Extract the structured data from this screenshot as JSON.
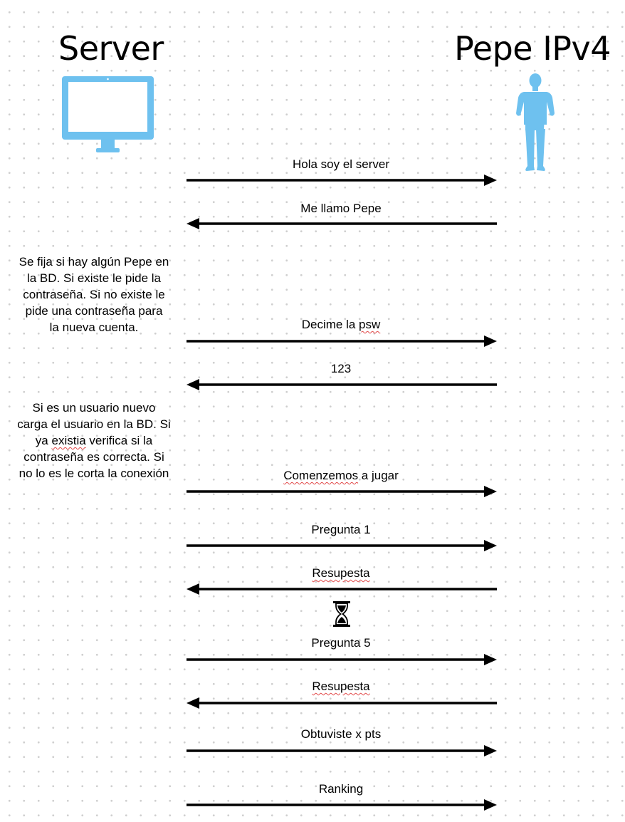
{
  "actors": {
    "server": {
      "title": "Server",
      "icon": "monitor-icon"
    },
    "client": {
      "title": "Pepe IPv4",
      "icon": "person-icon"
    }
  },
  "colors": {
    "icon": "#6ec1ef",
    "arrow": "#000000",
    "spellcheck_underline": "#e24a4a"
  },
  "messages": [
    {
      "label": "Hola soy el server",
      "direction": "server-to-client"
    },
    {
      "label": "Me llamo Pepe",
      "direction": "client-to-server"
    },
    {
      "label_parts": [
        "Decime la ",
        "psw"
      ],
      "direction": "server-to-client"
    },
    {
      "label": "123",
      "direction": "client-to-server"
    },
    {
      "label_parts": [
        "Comenzemos",
        " a jugar"
      ],
      "direction": "server-to-client"
    },
    {
      "label": "Pregunta 1",
      "direction": "server-to-client"
    },
    {
      "label": "Resupesta",
      "direction": "client-to-server"
    },
    {
      "label": "Pregunta 5",
      "direction": "server-to-client"
    },
    {
      "label": "Resupesta",
      "direction": "client-to-server"
    },
    {
      "label": "Obtuviste x pts",
      "direction": "server-to-client"
    },
    {
      "label": "Ranking",
      "direction": "server-to-client"
    }
  ],
  "notes": [
    {
      "lines": [
        "Se fija si hay algún Pepe en",
        "la BD. Si existe le pide la",
        "contraseña. Si no existe le",
        "pide una contraseña para",
        "la nueva cuenta."
      ]
    },
    {
      "lines": [
        "Si es un usuario nuevo",
        "carga el usuario en la BD. Si",
        "ya existia verifica si la",
        "contraseña es correcta. Si",
        "no lo es le corta la conexión"
      ]
    }
  ],
  "wait_indicator": {
    "icon": "hourglass-icon"
  }
}
